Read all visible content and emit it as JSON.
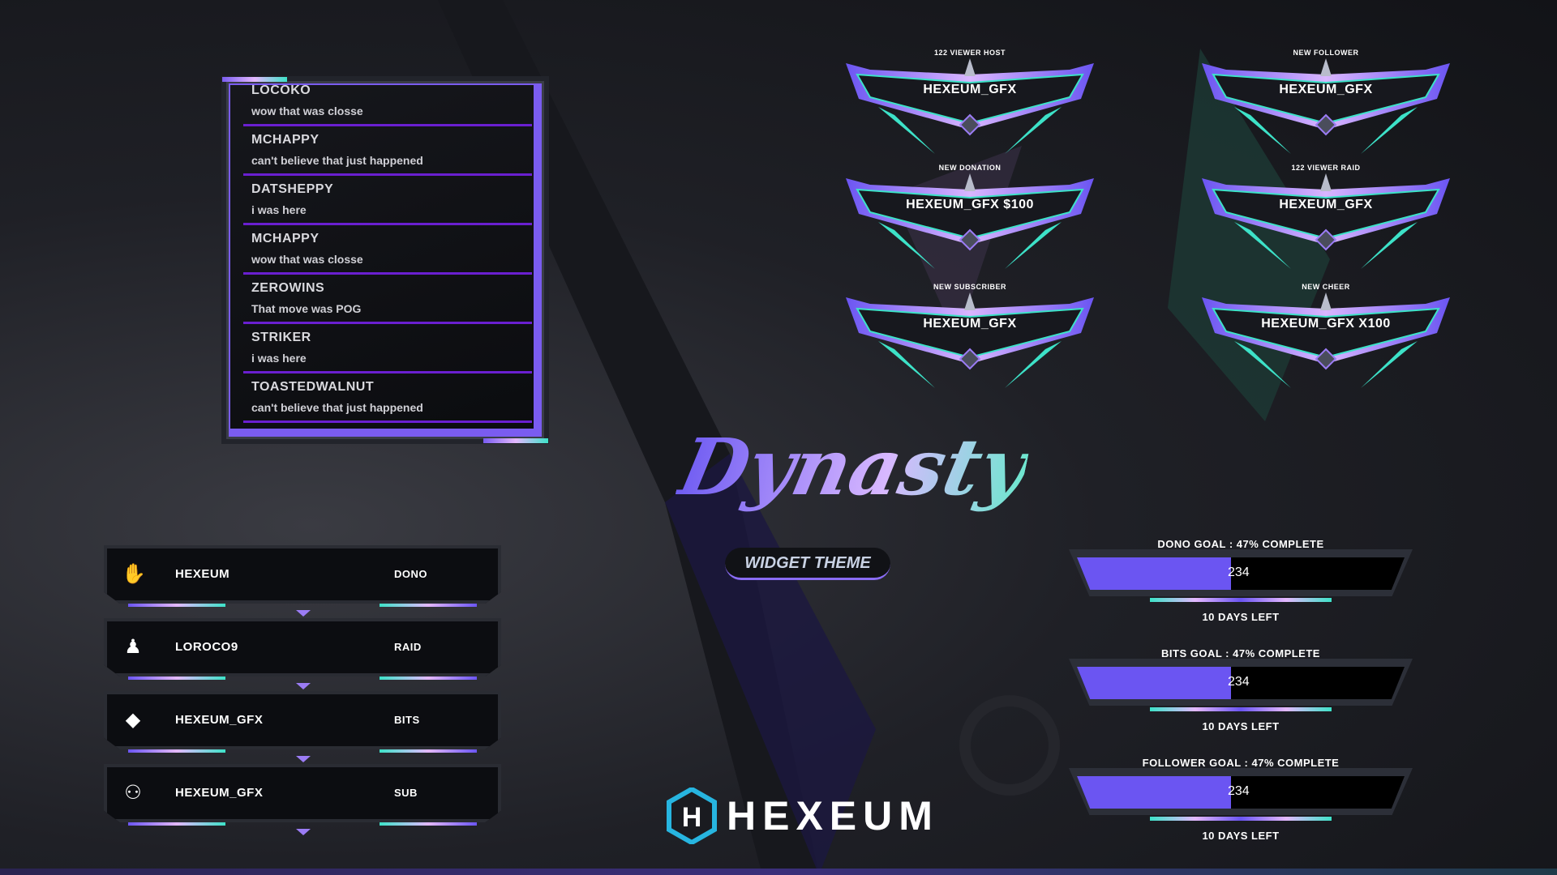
{
  "chat": {
    "messages": [
      {
        "user": "LOCOKO",
        "text": "wow that was closse"
      },
      {
        "user": "MCHAPPY",
        "text": "can't believe that just happened"
      },
      {
        "user": "DATSHEPPY",
        "text": "i was here"
      },
      {
        "user": "MCHAPPY",
        "text": "wow that was closse"
      },
      {
        "user": "ZEROWINS",
        "text": "That move was POG"
      },
      {
        "user": "STRIKER",
        "text": "i was here"
      },
      {
        "user": "TOASTEDWALNUT",
        "text": "can't believe that just happened"
      }
    ]
  },
  "alerts": [
    {
      "label": "122 Viewer Host",
      "name": "HEXEUM_GFX"
    },
    {
      "label": "New Follower",
      "name": "HEXEUM_GFX"
    },
    {
      "label": "New Donation",
      "name": "HEXEUM_GFX $100"
    },
    {
      "label": "122 Viewer Raid",
      "name": "HEXEUM_GFX"
    },
    {
      "label": "New Subscriber",
      "name": "HEXEUM_GFX"
    },
    {
      "label": "New Cheer",
      "name": "HEXEUM_GFX X100"
    }
  ],
  "events": [
    {
      "icon": "donation-hand-icon",
      "name": "HEXEUM",
      "type": "DONO"
    },
    {
      "icon": "raid-icon",
      "name": "LOROCO9",
      "type": "RAID"
    },
    {
      "icon": "bits-gem-icon",
      "name": "HEXEUM_GFX",
      "type": "BITS"
    },
    {
      "icon": "add-user-icon",
      "name": "HEXEUM_GFX",
      "type": "SUB"
    }
  ],
  "goals": [
    {
      "label": "DONO GOAL : 47% COMPLETE",
      "value": "234",
      "percent": 47,
      "days_left": "10 DAYS LEFT"
    },
    {
      "label": "BITS GOAL : 47% COMPLETE",
      "value": "234",
      "percent": 47,
      "days_left": "10 DAYS LEFT"
    },
    {
      "label": "FOLLOWER GOAL : 47% COMPLETE",
      "value": "234",
      "percent": 47,
      "days_left": "10 DAYS LEFT"
    }
  ],
  "branding": {
    "theme_name": "Dynasty",
    "theme_subtitle": "WIDGET THEME",
    "brand": "HEXEUM"
  },
  "colors": {
    "accent": "#6b55f2",
    "teal": "#3de2c8",
    "pink": "#e4b8ff",
    "divider": "#6a1fd0"
  }
}
